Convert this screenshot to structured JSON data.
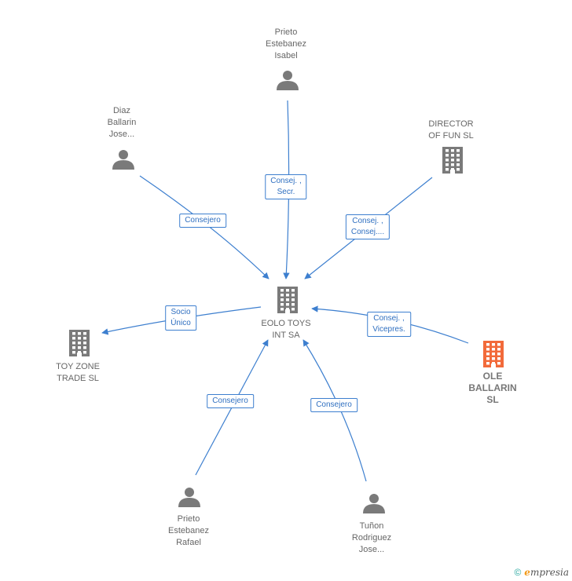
{
  "nodes": [
    {
      "id": "eolo",
      "type": "company",
      "lines": [
        "EOLO TOYS",
        "INT SA"
      ],
      "color": "#7a7a7a",
      "highlight": false
    },
    {
      "id": "prieto_isabel",
      "type": "person",
      "lines": [
        "Prieto",
        "Estebanez",
        "Isabel"
      ],
      "color": "#7a7a7a",
      "highlight": false
    },
    {
      "id": "diaz",
      "type": "person",
      "lines": [
        "Diaz",
        "Ballarin",
        "Jose..."
      ],
      "color": "#7a7a7a",
      "highlight": false
    },
    {
      "id": "director",
      "type": "company",
      "lines": [
        "DIRECTOR",
        "OF FUN  SL"
      ],
      "color": "#7a7a7a",
      "highlight": false
    },
    {
      "id": "toyzone",
      "type": "company",
      "lines": [
        "TOY ZONE",
        "TRADE  SL"
      ],
      "color": "#7a7a7a",
      "highlight": false
    },
    {
      "id": "ole",
      "type": "company",
      "lines": [
        "OLE",
        "BALLARIN",
        "SL"
      ],
      "color": "#f26a3a",
      "highlight": true
    },
    {
      "id": "prieto_rafael",
      "type": "person",
      "lines": [
        "Prieto",
        "Estebanez",
        "Rafael"
      ],
      "color": "#7a7a7a",
      "highlight": false
    },
    {
      "id": "tunon",
      "type": "person",
      "lines": [
        "Tuñon",
        "Rodriguez",
        "Jose..."
      ],
      "color": "#7a7a7a",
      "highlight": false
    }
  ],
  "edges": [
    {
      "from": "prieto_isabel",
      "to": "eolo",
      "label": [
        "Consej. ,",
        "Secr."
      ]
    },
    {
      "from": "diaz",
      "to": "eolo",
      "label": [
        "Consejero"
      ]
    },
    {
      "from": "director",
      "to": "eolo",
      "label": [
        "Consej. ,",
        "Consej...."
      ]
    },
    {
      "from": "eolo",
      "to": "toyzone",
      "label": [
        "Socio",
        "Único"
      ]
    },
    {
      "from": "ole",
      "to": "eolo",
      "label": [
        "Consej. ,",
        "Vicepres."
      ]
    },
    {
      "from": "prieto_rafael",
      "to": "eolo",
      "label": [
        "Consejero"
      ]
    },
    {
      "from": "tunon",
      "to": "eolo",
      "label": [
        "Consejero"
      ]
    }
  ],
  "colors": {
    "edge": "#3d7fcf",
    "node": "#7a7a7a",
    "highlight": "#f26a3a"
  },
  "footer": {
    "copyright": "©",
    "brand_initial": "e",
    "brand_rest": "mpresia"
  }
}
